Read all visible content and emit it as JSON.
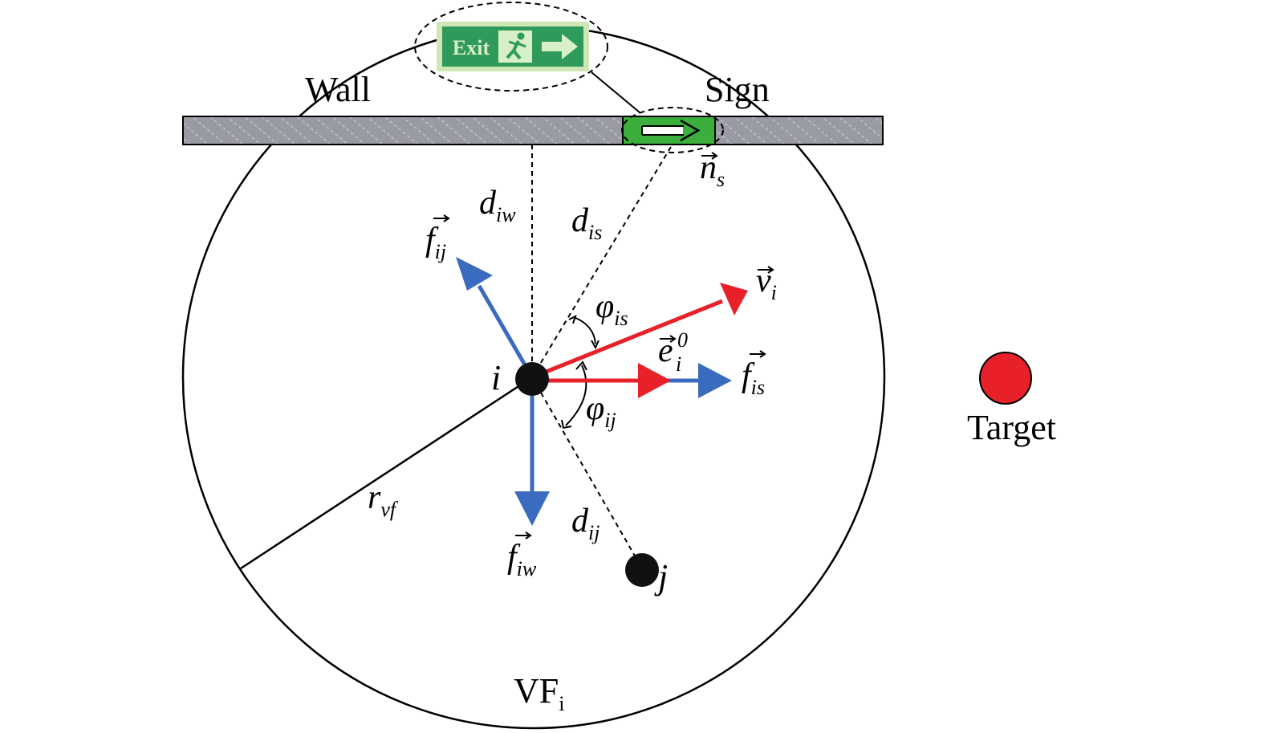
{
  "colors": {
    "red_vector": "#e8202a",
    "blue_vector": "#3a6bbf",
    "wall_fill": "#9a9aa2",
    "sign_green": "#3cae3c",
    "target_red": "#e8202a",
    "exit_sign_green": "#2f9a5b"
  },
  "labels": {
    "wall": "Wall",
    "sign": "Sign",
    "target": "Target",
    "exit_text": "Exit",
    "field_name": "VF",
    "field_sub": "i",
    "agent_i": "i",
    "agent_j": "j",
    "n_base": "n",
    "n_sub": "s",
    "d_iw_base": "d",
    "d_iw_sub": "iw",
    "d_is_base": "d",
    "d_is_sub": "is",
    "d_ij_base": "d",
    "d_ij_sub": "ij",
    "f_ij_base": "f",
    "f_ij_sub": "ij",
    "f_iw_base": "f",
    "f_iw_sub": "iw",
    "f_is_base": "f",
    "f_is_sub": "is",
    "v_base": "v",
    "v_sub": "i",
    "e_base": "e",
    "e_sub": "i",
    "e_sup": "0",
    "phi_is_base": "φ",
    "phi_is_sub": "is",
    "phi_ij_base": "φ",
    "phi_ij_sub": "ij",
    "r_base": "r",
    "r_sub": "vf"
  }
}
